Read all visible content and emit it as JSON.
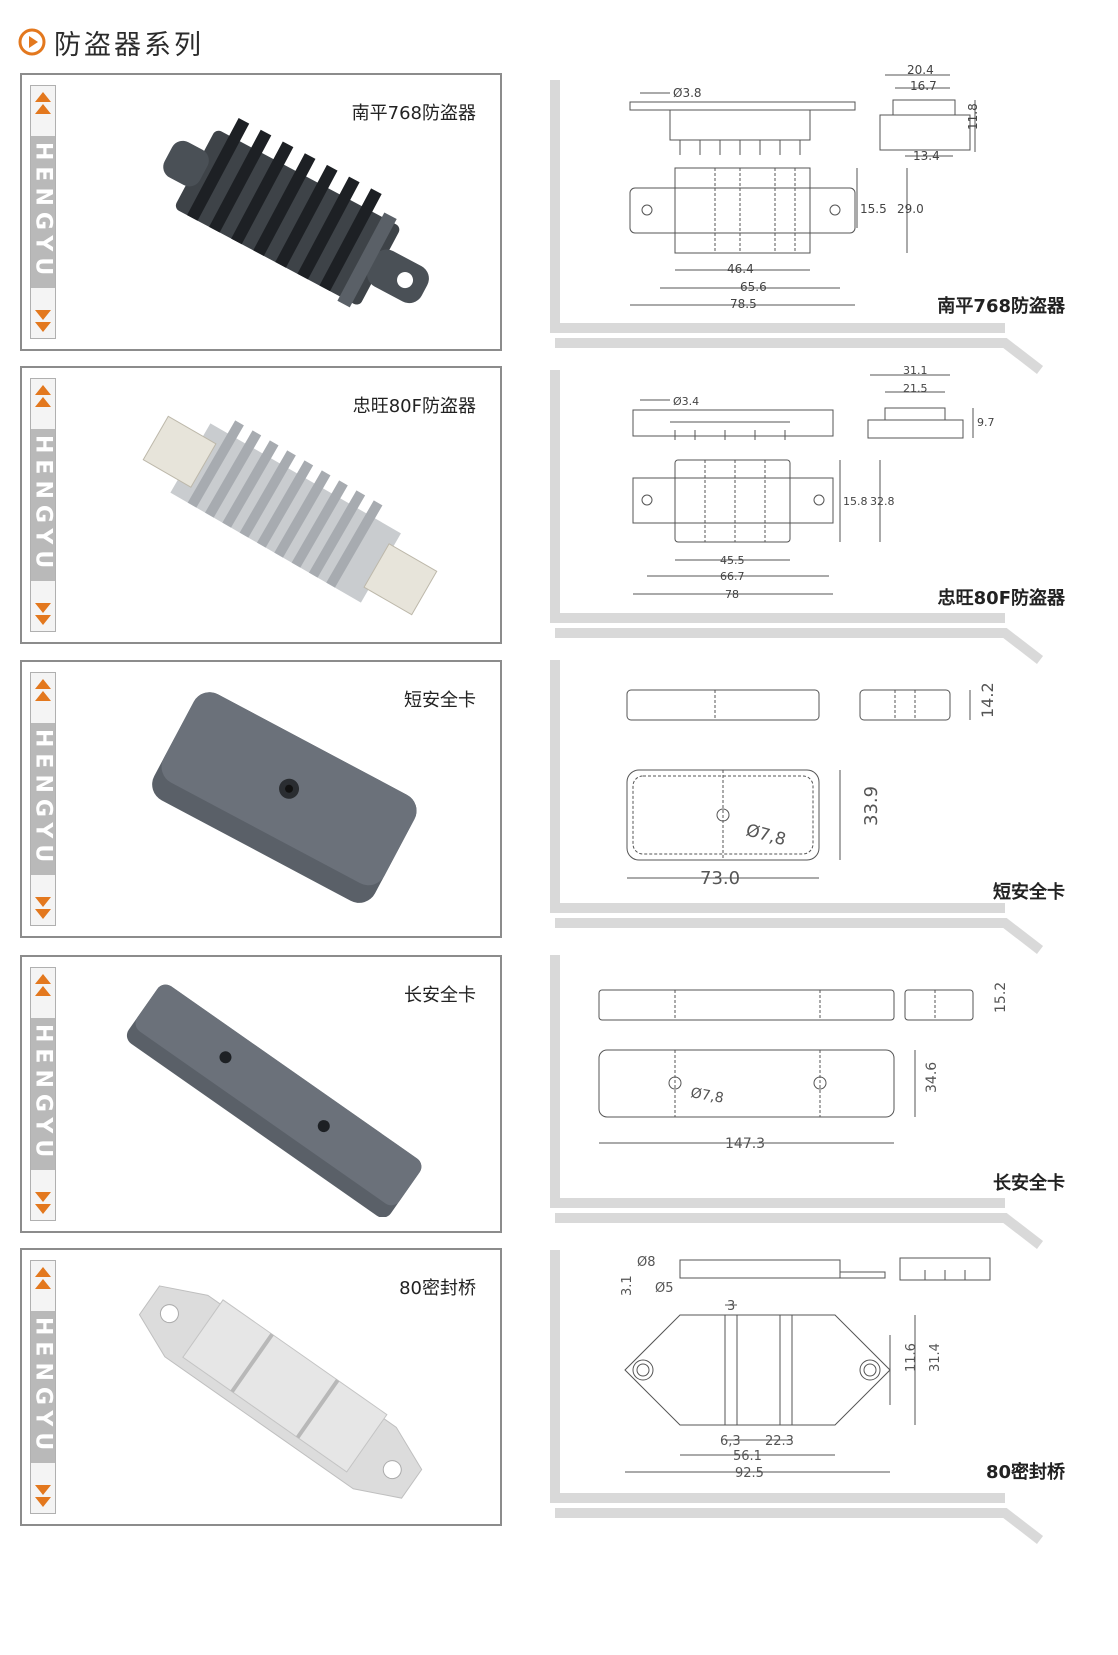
{
  "page": {
    "title": "防盗器系列"
  },
  "brand": {
    "watermark": "HENGYU",
    "accent": "#e3781e"
  },
  "products": [
    {
      "name": "南平768防盗器",
      "dims": [
        "Ø3.8",
        "20.4",
        "16.7",
        "11.8",
        "13.4",
        "15.5",
        "29.0",
        "46.4",
        "65.6",
        "78.5"
      ]
    },
    {
      "name": "忠旺80F防盗器",
      "dims": [
        "Ø3.4",
        "31.1",
        "21.5",
        "9.7",
        "15.8",
        "32.8",
        "45.5",
        "66.7",
        "78"
      ]
    },
    {
      "name": "短安全卡",
      "dims": [
        "14.2",
        "33.9",
        "Ø7,8",
        "73.0"
      ]
    },
    {
      "name": "长安全卡",
      "dims": [
        "15.2",
        "34.6",
        "Ø7,8",
        "147.3"
      ]
    },
    {
      "name": "80密封桥",
      "dims": [
        "Ø8",
        "3.1",
        "Ø5",
        "3",
        "11.6",
        "31.4",
        "6,3",
        "22.3",
        "56.1",
        "92.5"
      ]
    }
  ]
}
